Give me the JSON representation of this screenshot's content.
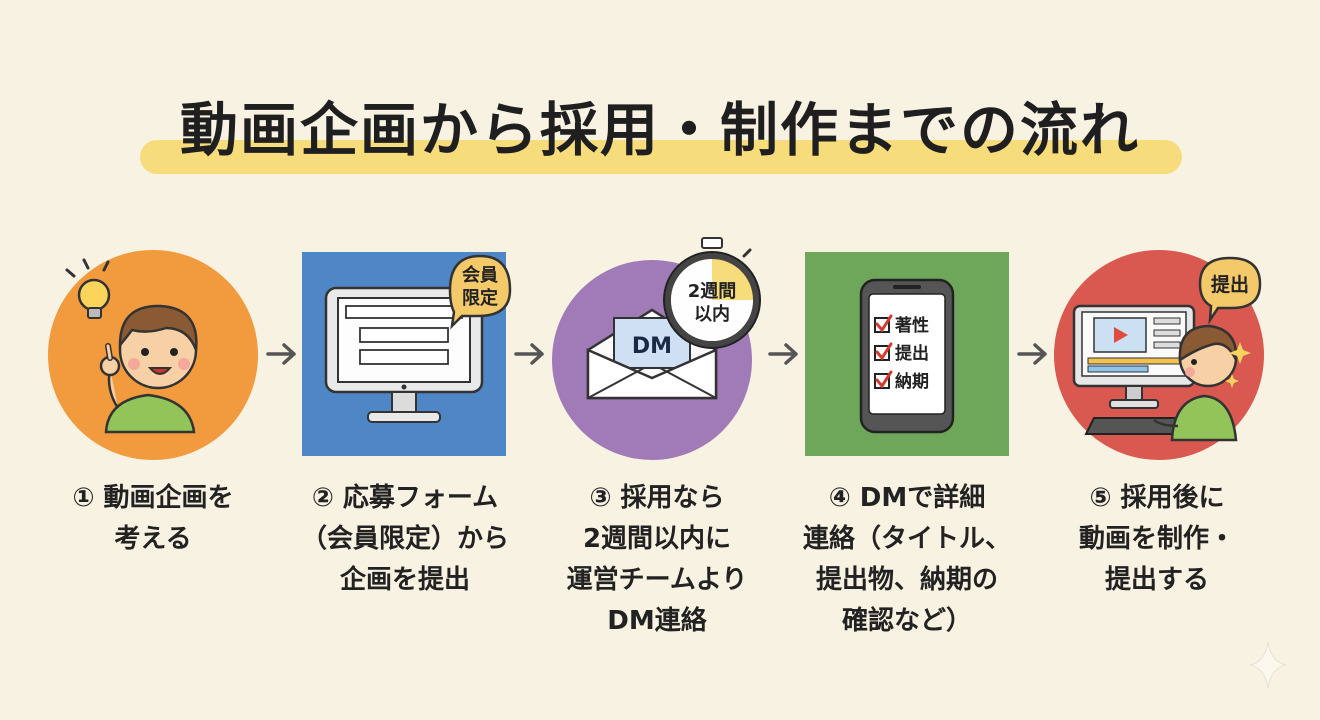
{
  "title": "動画企画から採用・制作までの流れ",
  "steps": [
    {
      "caption_lines": [
        "① 動画企画を",
        "考える"
      ],
      "icon": "lightbulb-boy-icon",
      "bg_color": "#f19a3e"
    },
    {
      "caption_lines": [
        "② 応募フォーム",
        "（会員限定）から",
        "企画を提出"
      ],
      "icon": "computer-form-icon",
      "bg_color": "#4f86c6",
      "badge": [
        "会員",
        "限定"
      ]
    },
    {
      "caption_lines": [
        "③ 採用なら",
        "2週間以内に",
        "運営チームより",
        "DM連絡"
      ],
      "icon": "dm-envelope-stopwatch-icon",
      "bg_color": "#a07bb8",
      "envelope_label": "DM",
      "timer_lines": [
        "2週間",
        "以内"
      ]
    },
    {
      "caption_lines": [
        "④ DMで詳細",
        "連絡（タイトル、",
        "提出物、納期の",
        "確認など）"
      ],
      "icon": "smartphone-checklist-icon",
      "bg_color": "#6ea75a",
      "checklist": [
        "著性",
        "提出",
        "納期"
      ]
    },
    {
      "caption_lines": [
        "⑤ 採用後に",
        "動画を制作・",
        "提出する"
      ],
      "icon": "editing-boy-icon",
      "bg_color": "#d9584f",
      "badge": [
        "提出"
      ]
    }
  ]
}
